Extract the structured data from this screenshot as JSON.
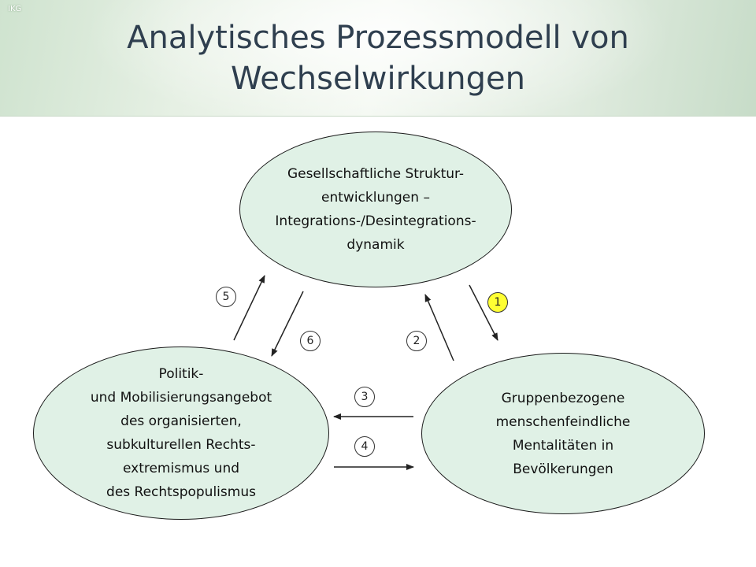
{
  "corner_label": "IKG",
  "title_lines": [
    "Analytisches Prozessmodell von",
    "Wechselwirkungen"
  ],
  "nodes": {
    "top": {
      "lines": [
        "Gesellschaftliche Struktur-",
        "entwicklungen –",
        "Integrations-/Desintegrations-",
        "dynamik"
      ]
    },
    "left": {
      "lines": [
        "Politik-",
        "und Mobilisierungsangebot",
        "des organisierten,",
        "subkulturellen Rechts-",
        "extremismus und",
        "des Rechtspopulismus"
      ]
    },
    "right": {
      "lines": [
        "Gruppenbezogene",
        "menschenfeindliche",
        "Mentalitäten in",
        "Bevölkerungen"
      ]
    }
  },
  "badges": [
    {
      "label": "1",
      "highlight": true,
      "color": "#ffff33"
    },
    {
      "label": "2",
      "highlight": false
    },
    {
      "label": "3",
      "highlight": false
    },
    {
      "label": "4",
      "highlight": false
    },
    {
      "label": "5",
      "highlight": false
    },
    {
      "label": "6",
      "highlight": false
    }
  ],
  "colors": {
    "ellipse_fill": "#e0f1e6",
    "title": "#2f3f4f",
    "highlight": "#ffff33"
  }
}
